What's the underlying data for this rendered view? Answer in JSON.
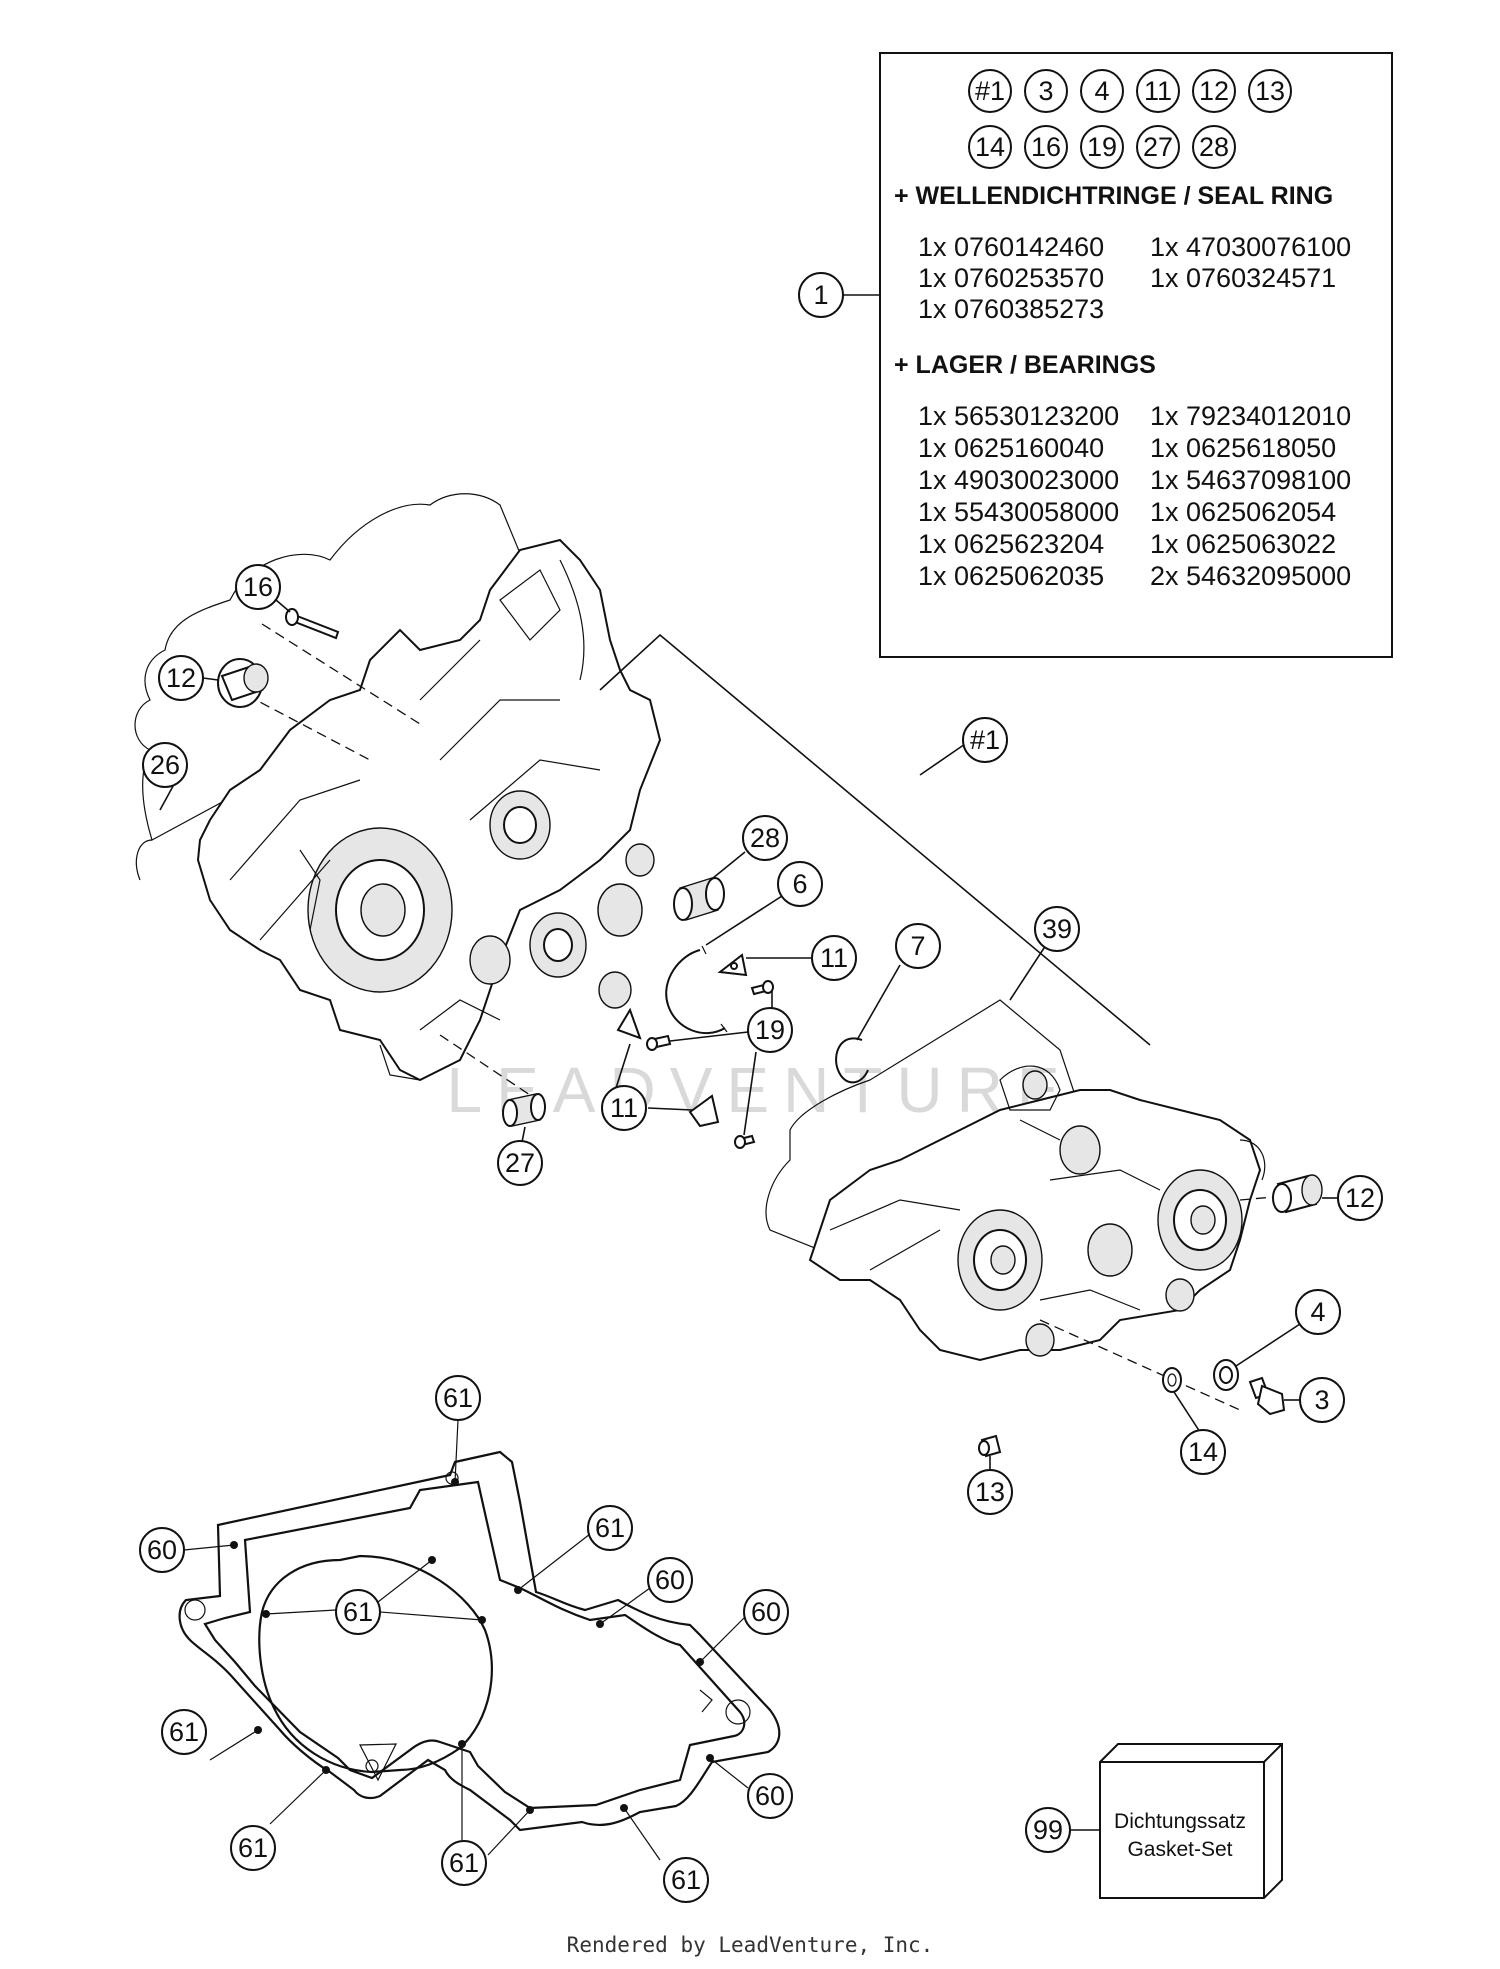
{
  "kit_box": {
    "included_refs_row1": [
      "#1",
      "3",
      "4",
      "11",
      "12",
      "13"
    ],
    "included_refs_row2": [
      "14",
      "16",
      "19",
      "27",
      "28"
    ],
    "seal_heading": "+ WELLENDICHTRINGE / SEAL RING",
    "seal_lines": [
      "1x 0760142460",
      "1x 47030076100",
      "1x 0760253570",
      "1x 0760324571",
      "1x 0760385273"
    ],
    "bearing_heading": "+ LAGER / BEARINGS",
    "bearing_lines": [
      "1x 56530123200",
      "1x 79234012010",
      "1x 0625160040",
      "1x 0625618050",
      "1x 49030023000",
      "1x 54637098100",
      "1x 55430058000",
      "1x 0625062054",
      "1x 0625623204",
      "1x 0625063022",
      "1x 0625062035",
      "2x 54632095000"
    ]
  },
  "callouts": {
    "c1": "1",
    "c_h1": "#1",
    "c16": "16",
    "c12a": "12",
    "c26": "26",
    "c28": "28",
    "c6": "6",
    "c11a": "11",
    "c7": "7",
    "c39": "39",
    "c19": "19",
    "c11b": "11",
    "c27": "27",
    "c12b": "12",
    "c4": "4",
    "c3": "3",
    "c14": "14",
    "c13": "13",
    "g61a": "61",
    "g60a": "60",
    "g61b": "61",
    "g61c": "61",
    "g60b": "60",
    "g60c": "60",
    "g61d": "61",
    "g61e": "61",
    "g60d": "60",
    "g61f": "61",
    "g61g": "61",
    "c99": "99"
  },
  "gasket_set": {
    "line1": "Dichtungssatz",
    "line2": "Gasket-Set"
  },
  "watermark": "LEADVENTURE",
  "footer": "Rendered by LeadVenture, Inc."
}
